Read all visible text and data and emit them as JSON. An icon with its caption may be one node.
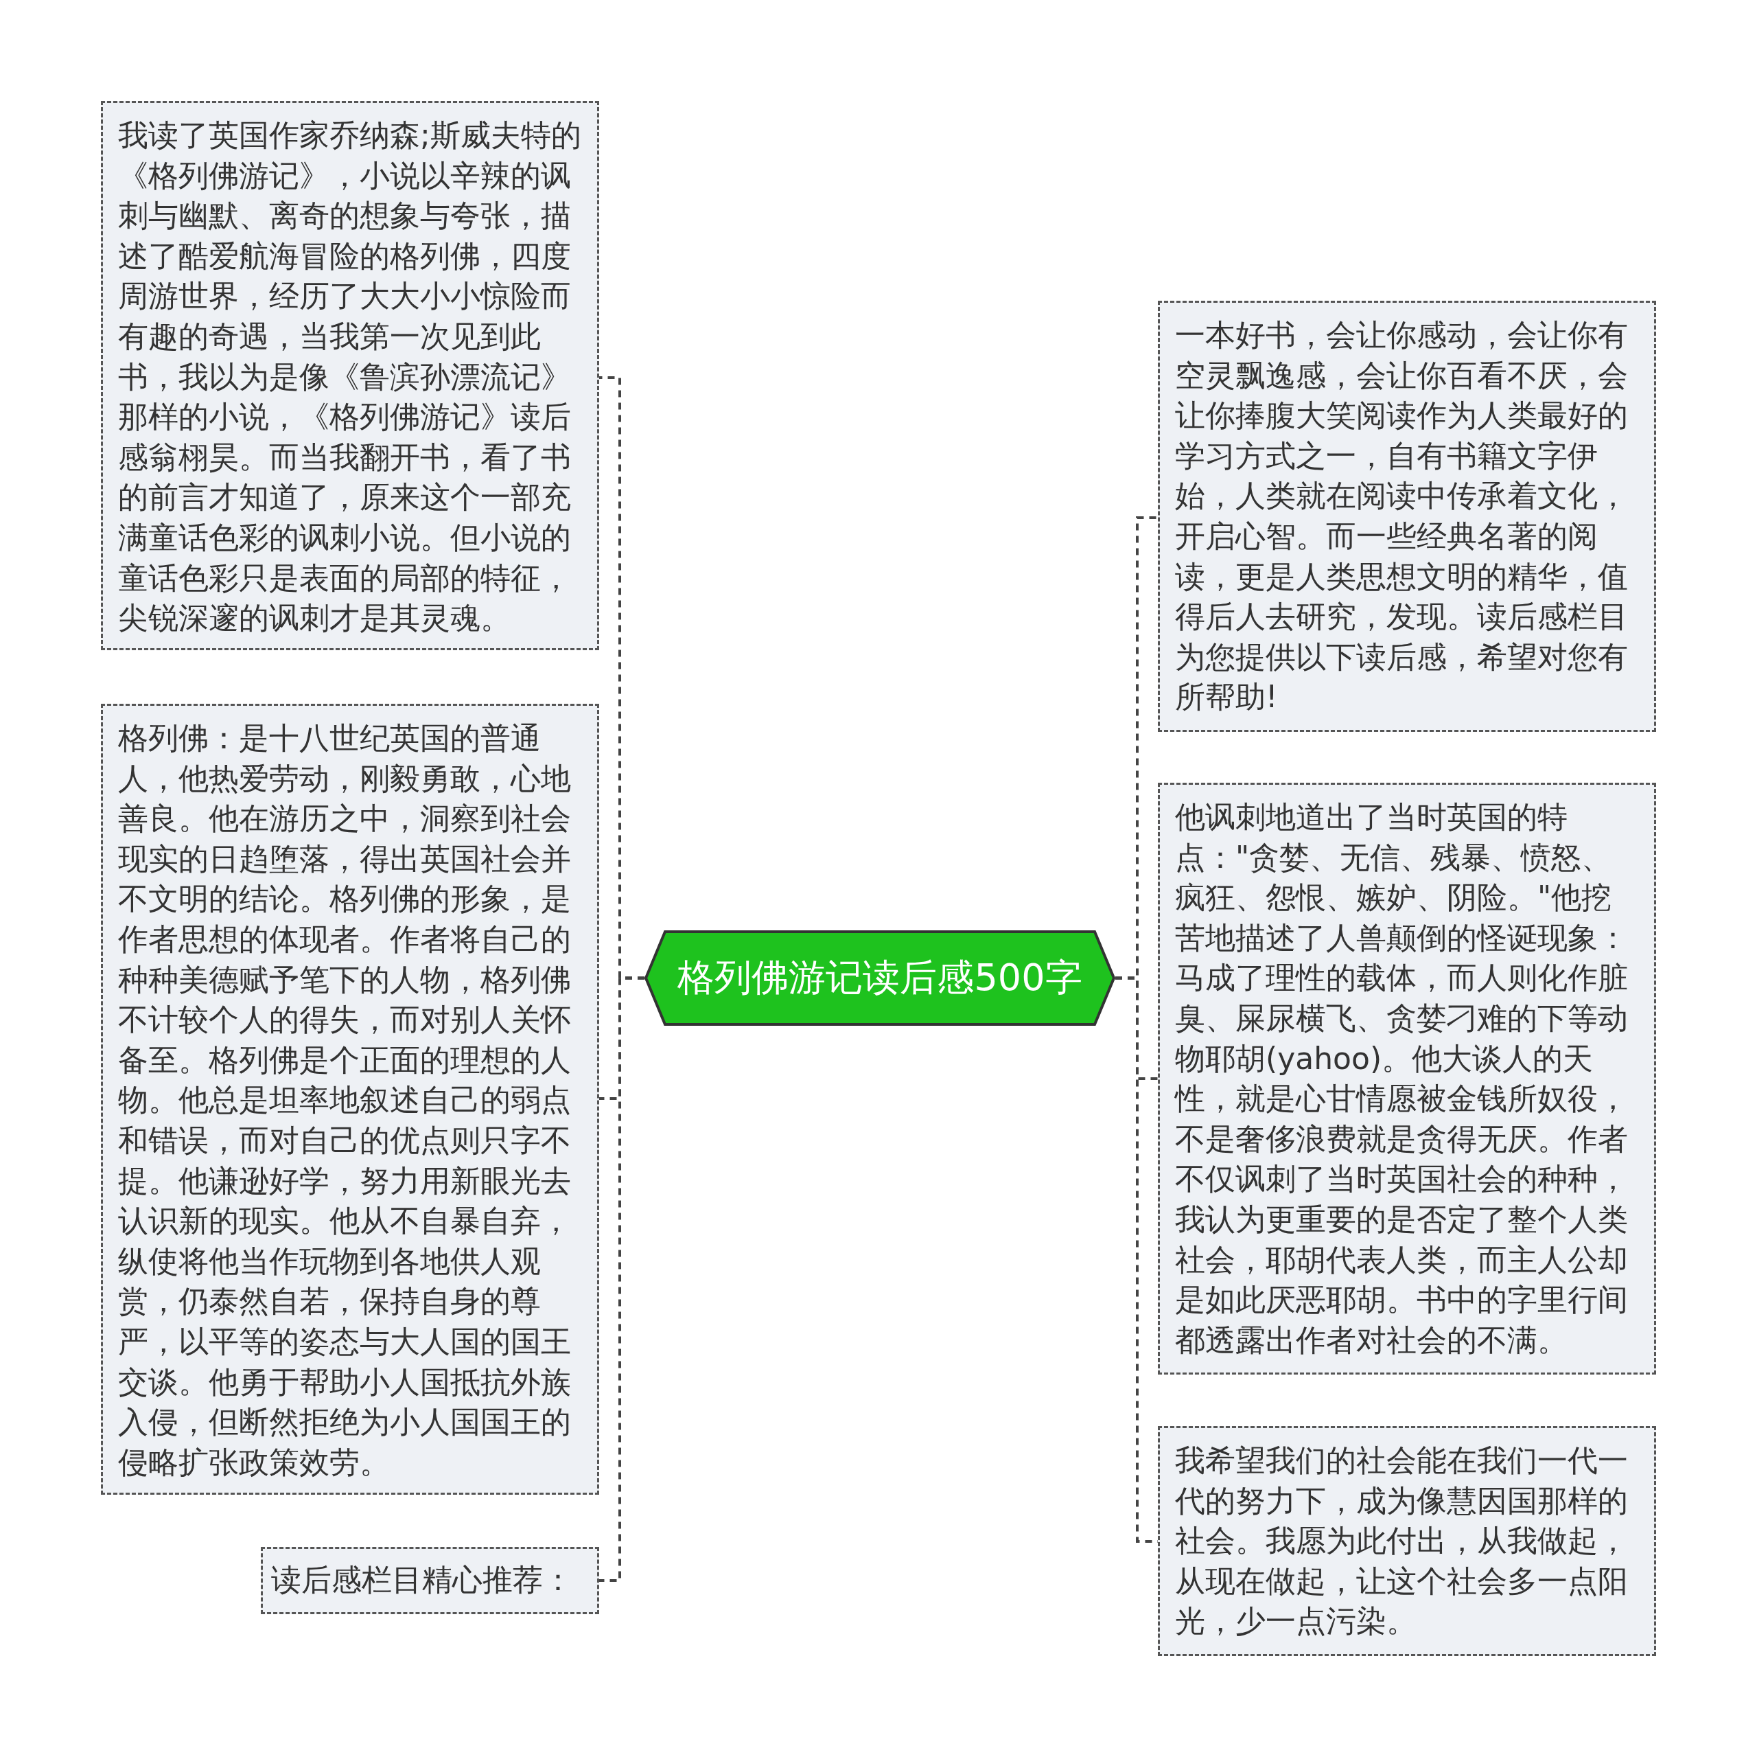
{
  "diagram": {
    "nodes": [
      {
        "text": [
          "格列佛游记读后感500字"
        ]
      },
      {
        "text": [
          "我读了英国作家乔纳森;斯威夫特的《格列佛游记》，小说以辛辣的讽刺与幽默、离奇的想象与夸张，描述了酷爱航海冒险的格列佛，四度周游世界，经历了大大小小惊险而有趣的奇遇，当我第一次见到此书，我以为是像《鲁滨孙漂流记》那样的小说，《格列佛游记》读后感翁栩昊。而当我翻开书，看了书的前言才知道了，原来这个一部充满童话色彩的讽刺小说。但小说的童话色彩只是表面的局部的特征，尖锐深邃的讽刺才是其灵魂。"
        ]
      },
      {
        "text": [
          "格列佛：是十八世纪英国的普通人，他热爱劳动，刚毅勇敢，心地善良。他在游历之中，洞察到社会现实的日趋堕落，得出英国社会并不文明的结论。格列佛的形象，是作者思想的体现者。作者将自己的种种美德赋予笔下的人物，格列佛不计较个人的得失，而对别人关怀备至。格列佛是个正面的理想的人物。他总是坦率地叙述自己的弱点和错误，而对自己的优点则只字不提。他谦逊好学，努力用新眼光去认识新的现实。他从不自暴自弃，纵使将他当作玩物到各地供人观赏，仍泰然自若，保持自身的尊严，以平等的姿态与大人国的国王交谈。他勇于帮助小人国抵抗外族入侵，但断然拒绝为小人国国王的侵略扩张政策效劳。"
        ]
      },
      {
        "text": [
          "读后感栏目精心推荐："
        ]
      },
      {
        "text": [
          "一本好书，会让你感动，会让你有空灵飘逸感，会让你百看不厌，会让你捧腹大笑阅读作为人类最好的学习方式之一，自有书籍文字伊始，人类就在阅读中传承着文化，开启心智。而一些经典名著的阅读，更是人类思想文明的精华，值得后人去研究，发现。读后感栏目为您提供以下读后感，希望对您有所帮助!"
        ]
      },
      {
        "text": [
          "他讽刺地道出了当时英国的特点：\"贪婪、无信、残暴、愤怒、疯狂、怨恨、嫉妒、阴险。\"他挖苦地描述了人兽颠倒的怪诞现象：马成了理性的载体，而人则化作脏臭、屎尿横飞、贪婪刁难的下等动物耶胡(yahoo)。他大谈人的天性，就是心甘情愿被金钱所奴役，不是奢侈浪费就是贪得无厌。作者不仅讽刺了当时英国社会的种种，我认为更重要的是否定了整个人类社会，耶胡代表人类，而主人公却是如此厌恶耶胡。书中的字里行间都透露出作者对社会的不满。"
        ]
      },
      {
        "text": [
          "我希望我们的社会能在我们一代一代的努力下，成为像慧因国那样的社会。我愿为此付出，从我做起，从现在做起，让这个社会多一点阳光，少一点污染。"
        ]
      }
    ],
    "edges": [
      {
        "from": 0,
        "to": 1,
        "arrow": "none"
      },
      {
        "from": 0,
        "to": 2,
        "arrow": "none"
      },
      {
        "from": 0,
        "to": 3,
        "arrow": "none"
      },
      {
        "from": 0,
        "to": 4,
        "arrow": "none"
      },
      {
        "from": 0,
        "to": 5,
        "arrow": "none"
      },
      {
        "from": 0,
        "to": 6,
        "arrow": "none"
      }
    ]
  }
}
